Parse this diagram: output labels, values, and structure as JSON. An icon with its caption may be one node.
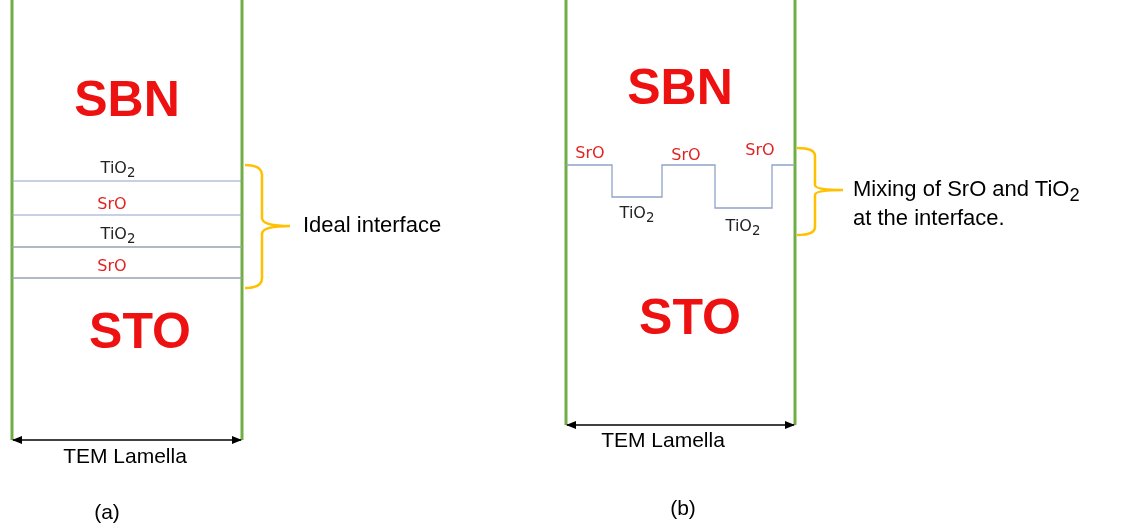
{
  "diagram": {
    "labels": [
      "SBN",
      "TiO$_{2}$",
      "SrO",
      "TiO$_{2}$",
      "SrO",
      "Ideal interface",
      "STO",
      "TEM Lamella",
      "(a)",
      "SBN",
      "SrO",
      "SrO",
      "SrO",
      "TiO$_{2}$",
      "TiO$_{2}$",
      "Mixing of SrO and TiO$_{2}$ at the interface.",
      "STO",
      "TEM Lamella",
      "(b)"
    ]
  }
}
